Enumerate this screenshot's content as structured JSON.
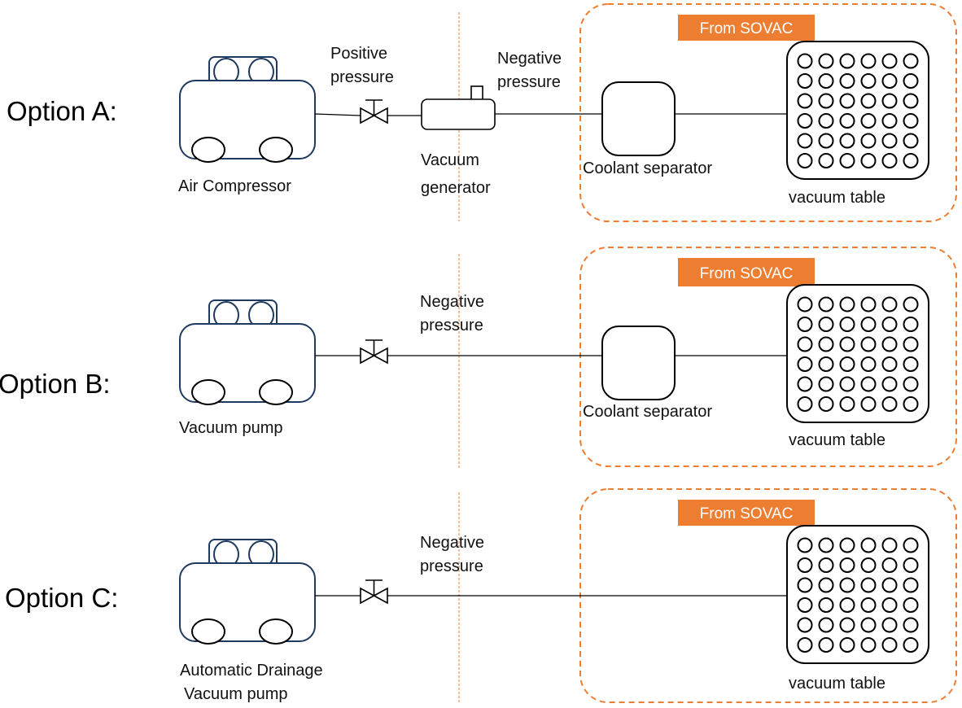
{
  "colors": {
    "accent": "#ED7D31",
    "line": "#000000",
    "equipment_outline": "#1F3A5F",
    "sovac_label_text": "#FFFFFF"
  },
  "rows": [
    {
      "option": "Option A:",
      "source_lines": [
        "Air Compressor"
      ],
      "pressure_before_valve": [
        "Positive",
        "pressure"
      ],
      "generator_lines": [
        "Vacuum",
        "generator"
      ],
      "pressure_after": [
        "Negative",
        "pressure"
      ],
      "sovac_label": "From SOVAC",
      "separator_label": "Coolant separator",
      "table_label": "vacuum table"
    },
    {
      "option": "Option B:",
      "source_lines": [
        "Vacuum pump"
      ],
      "pressure_after": [
        "Negative",
        "pressure"
      ],
      "sovac_label": "From SOVAC",
      "separator_label": "Coolant separator",
      "table_label": "vacuum table"
    },
    {
      "option": "Option C:",
      "source_lines": [
        "Automatic Drainage",
        "Vacuum pump"
      ],
      "pressure_after": [
        "Negative",
        "pressure"
      ],
      "sovac_label": "From SOVAC",
      "table_label": "vacuum table"
    }
  ]
}
